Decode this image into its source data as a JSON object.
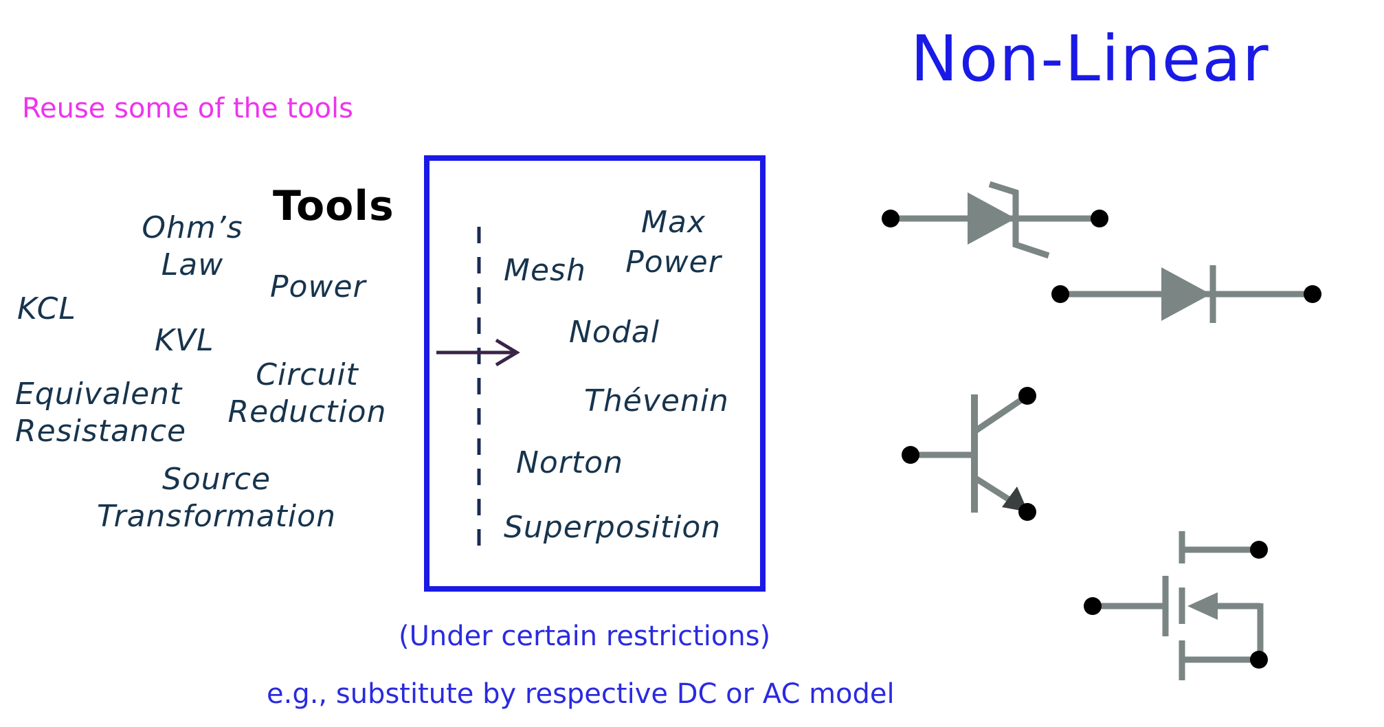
{
  "title": "Non-Linear",
  "reuse_note": "Reuse some of the tools",
  "tools_heading": "Tools",
  "tools_left": {
    "ohms_law": [
      "Ohm’s",
      "Law"
    ],
    "power": "Power",
    "kcl": "KCL",
    "kvl": "KVL",
    "circuit_reduction": [
      "Circuit",
      "Reduction"
    ],
    "equivalent_resistance": [
      "Equivalent",
      "Resistance"
    ],
    "source_transformation": [
      "Source",
      "Transformation"
    ]
  },
  "tools_box": {
    "max_power": [
      "Max",
      "Power"
    ],
    "mesh": "Mesh",
    "nodal": "Nodal",
    "thevenin": "Thévenin",
    "norton": "Norton",
    "superposition": "Superposition"
  },
  "restriction_note": "(Under certain restrictions)",
  "substitute_note": "e.g., substitute by respective DC or AC model",
  "colors": {
    "title": "#1a1ae6",
    "reuse": "#ee33ee",
    "tool_text": "#17344d",
    "box_border": "#1a1ae6",
    "symbol_gray": "#7a8584"
  },
  "symbols": [
    "zener-diode-icon",
    "diode-icon",
    "bjt-transistor-icon",
    "mosfet-icon"
  ]
}
